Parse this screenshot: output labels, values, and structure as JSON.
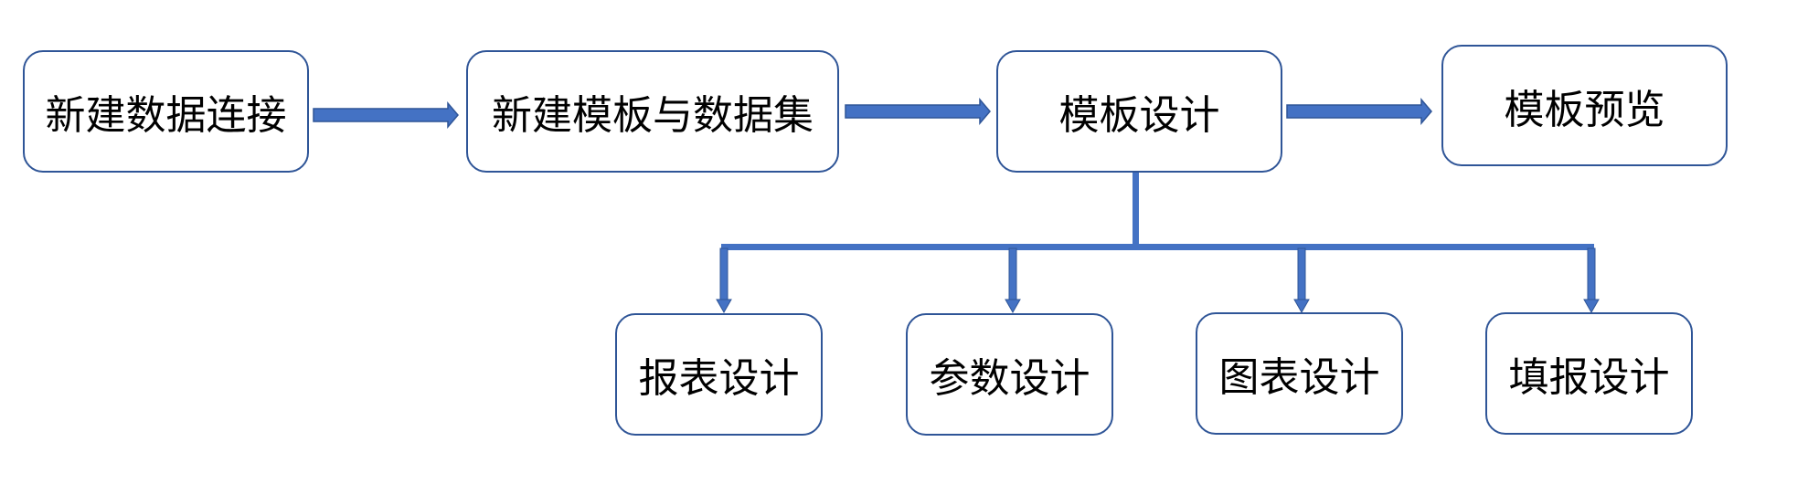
{
  "colors": {
    "stroke": "#2F5597",
    "arrow_fill": "#4472C4",
    "text": "#000000",
    "background": "#ffffff"
  },
  "flow": {
    "steps": [
      {
        "label": "新建数据连接"
      },
      {
        "label": "新建模板与数据集"
      },
      {
        "label": "模板设计"
      },
      {
        "label": "模板预览"
      }
    ]
  },
  "design_branches": {
    "items": [
      {
        "label": "报表设计"
      },
      {
        "label": "参数设计"
      },
      {
        "label": "图表设计"
      },
      {
        "label": "填报设计"
      }
    ]
  }
}
